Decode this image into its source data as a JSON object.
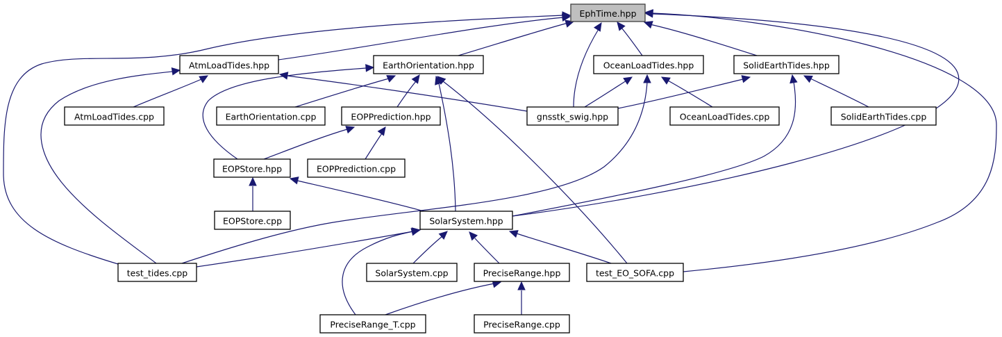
{
  "diagram": {
    "type": "include-dependency-graph",
    "root": "EphTime.hpp",
    "colors": {
      "edge": "#191970",
      "root_fill": "#bfbfbf",
      "node_fill": "#ffffff",
      "node_stroke": "#000000"
    },
    "nodes": [
      {
        "id": "ephtime_hpp",
        "label": "EphTime.hpp",
        "root": true
      },
      {
        "id": "atmloadtides_hpp",
        "label": "AtmLoadTides.hpp"
      },
      {
        "id": "earthorientation_hpp",
        "label": "EarthOrientation.hpp"
      },
      {
        "id": "oceanloadtides_hpp",
        "label": "OceanLoadTides.hpp"
      },
      {
        "id": "solidearthtides_hpp",
        "label": "SolidEarthTides.hpp"
      },
      {
        "id": "atmloadtides_cpp",
        "label": "AtmLoadTides.cpp"
      },
      {
        "id": "earthorientation_cpp",
        "label": "EarthOrientation.cpp"
      },
      {
        "id": "eopprediction_hpp",
        "label": "EOPPrediction.hpp"
      },
      {
        "id": "gnsstk_swig_hpp",
        "label": "gnsstk_swig.hpp"
      },
      {
        "id": "oceanloadtides_cpp",
        "label": "OceanLoadTides.cpp"
      },
      {
        "id": "solidearthtides_cpp",
        "label": "SolidEarthTides.cpp"
      },
      {
        "id": "eopstore_hpp",
        "label": "EOPStore.hpp"
      },
      {
        "id": "eopprediction_cpp",
        "label": "EOPPrediction.cpp"
      },
      {
        "id": "eopstore_cpp",
        "label": "EOPStore.cpp"
      },
      {
        "id": "solarsystem_hpp",
        "label": "SolarSystem.hpp"
      },
      {
        "id": "test_tides_cpp",
        "label": "test_tides.cpp"
      },
      {
        "id": "solarsystem_cpp",
        "label": "SolarSystem.cpp"
      },
      {
        "id": "preciserange_hpp",
        "label": "PreciseRange.hpp"
      },
      {
        "id": "test_eo_sofa_cpp",
        "label": "test_EO_SOFA.cpp"
      },
      {
        "id": "preciserange_t_cpp",
        "label": "PreciseRange_T.cpp"
      },
      {
        "id": "preciserange_cpp",
        "label": "PreciseRange.cpp"
      }
    ],
    "edges": [
      {
        "from": "atmloadtides_hpp",
        "to": "ephtime_hpp"
      },
      {
        "from": "earthorientation_hpp",
        "to": "ephtime_hpp"
      },
      {
        "from": "oceanloadtides_hpp",
        "to": "ephtime_hpp"
      },
      {
        "from": "solidearthtides_hpp",
        "to": "ephtime_hpp"
      },
      {
        "from": "gnsstk_swig_hpp",
        "to": "ephtime_hpp"
      },
      {
        "from": "solarsystem_hpp",
        "to": "ephtime_hpp"
      },
      {
        "from": "test_tides_cpp",
        "to": "ephtime_hpp"
      },
      {
        "from": "test_eo_sofa_cpp",
        "to": "ephtime_hpp"
      },
      {
        "from": "atmloadtides_cpp",
        "to": "atmloadtides_hpp"
      },
      {
        "from": "gnsstk_swig_hpp",
        "to": "atmloadtides_hpp"
      },
      {
        "from": "test_tides_cpp",
        "to": "atmloadtides_hpp"
      },
      {
        "from": "earthorientation_cpp",
        "to": "earthorientation_hpp"
      },
      {
        "from": "eopprediction_hpp",
        "to": "earthorientation_hpp"
      },
      {
        "from": "eopstore_hpp",
        "to": "earthorientation_hpp"
      },
      {
        "from": "solarsystem_hpp",
        "to": "earthorientation_hpp"
      },
      {
        "from": "test_eo_sofa_cpp",
        "to": "earthorientation_hpp"
      },
      {
        "from": "gnsstk_swig_hpp",
        "to": "oceanloadtides_hpp"
      },
      {
        "from": "oceanloadtides_cpp",
        "to": "oceanloadtides_hpp"
      },
      {
        "from": "test_tides_cpp",
        "to": "oceanloadtides_hpp"
      },
      {
        "from": "gnsstk_swig_hpp",
        "to": "solidearthtides_hpp"
      },
      {
        "from": "solidearthtides_cpp",
        "to": "solidearthtides_hpp"
      },
      {
        "from": "solarsystem_hpp",
        "to": "solidearthtides_hpp"
      },
      {
        "from": "eopstore_hpp",
        "to": "eopprediction_hpp"
      },
      {
        "from": "eopprediction_cpp",
        "to": "eopprediction_hpp"
      },
      {
        "from": "eopstore_cpp",
        "to": "eopstore_hpp"
      },
      {
        "from": "solarsystem_hpp",
        "to": "eopstore_hpp"
      },
      {
        "from": "test_tides_cpp",
        "to": "solarsystem_hpp"
      },
      {
        "from": "solarsystem_cpp",
        "to": "solarsystem_hpp"
      },
      {
        "from": "preciserange_hpp",
        "to": "solarsystem_hpp"
      },
      {
        "from": "test_eo_sofa_cpp",
        "to": "solarsystem_hpp"
      },
      {
        "from": "preciserange_t_cpp",
        "to": "solarsystem_hpp"
      },
      {
        "from": "preciserange_t_cpp",
        "to": "preciserange_hpp"
      },
      {
        "from": "preciserange_cpp",
        "to": "preciserange_hpp"
      }
    ]
  }
}
